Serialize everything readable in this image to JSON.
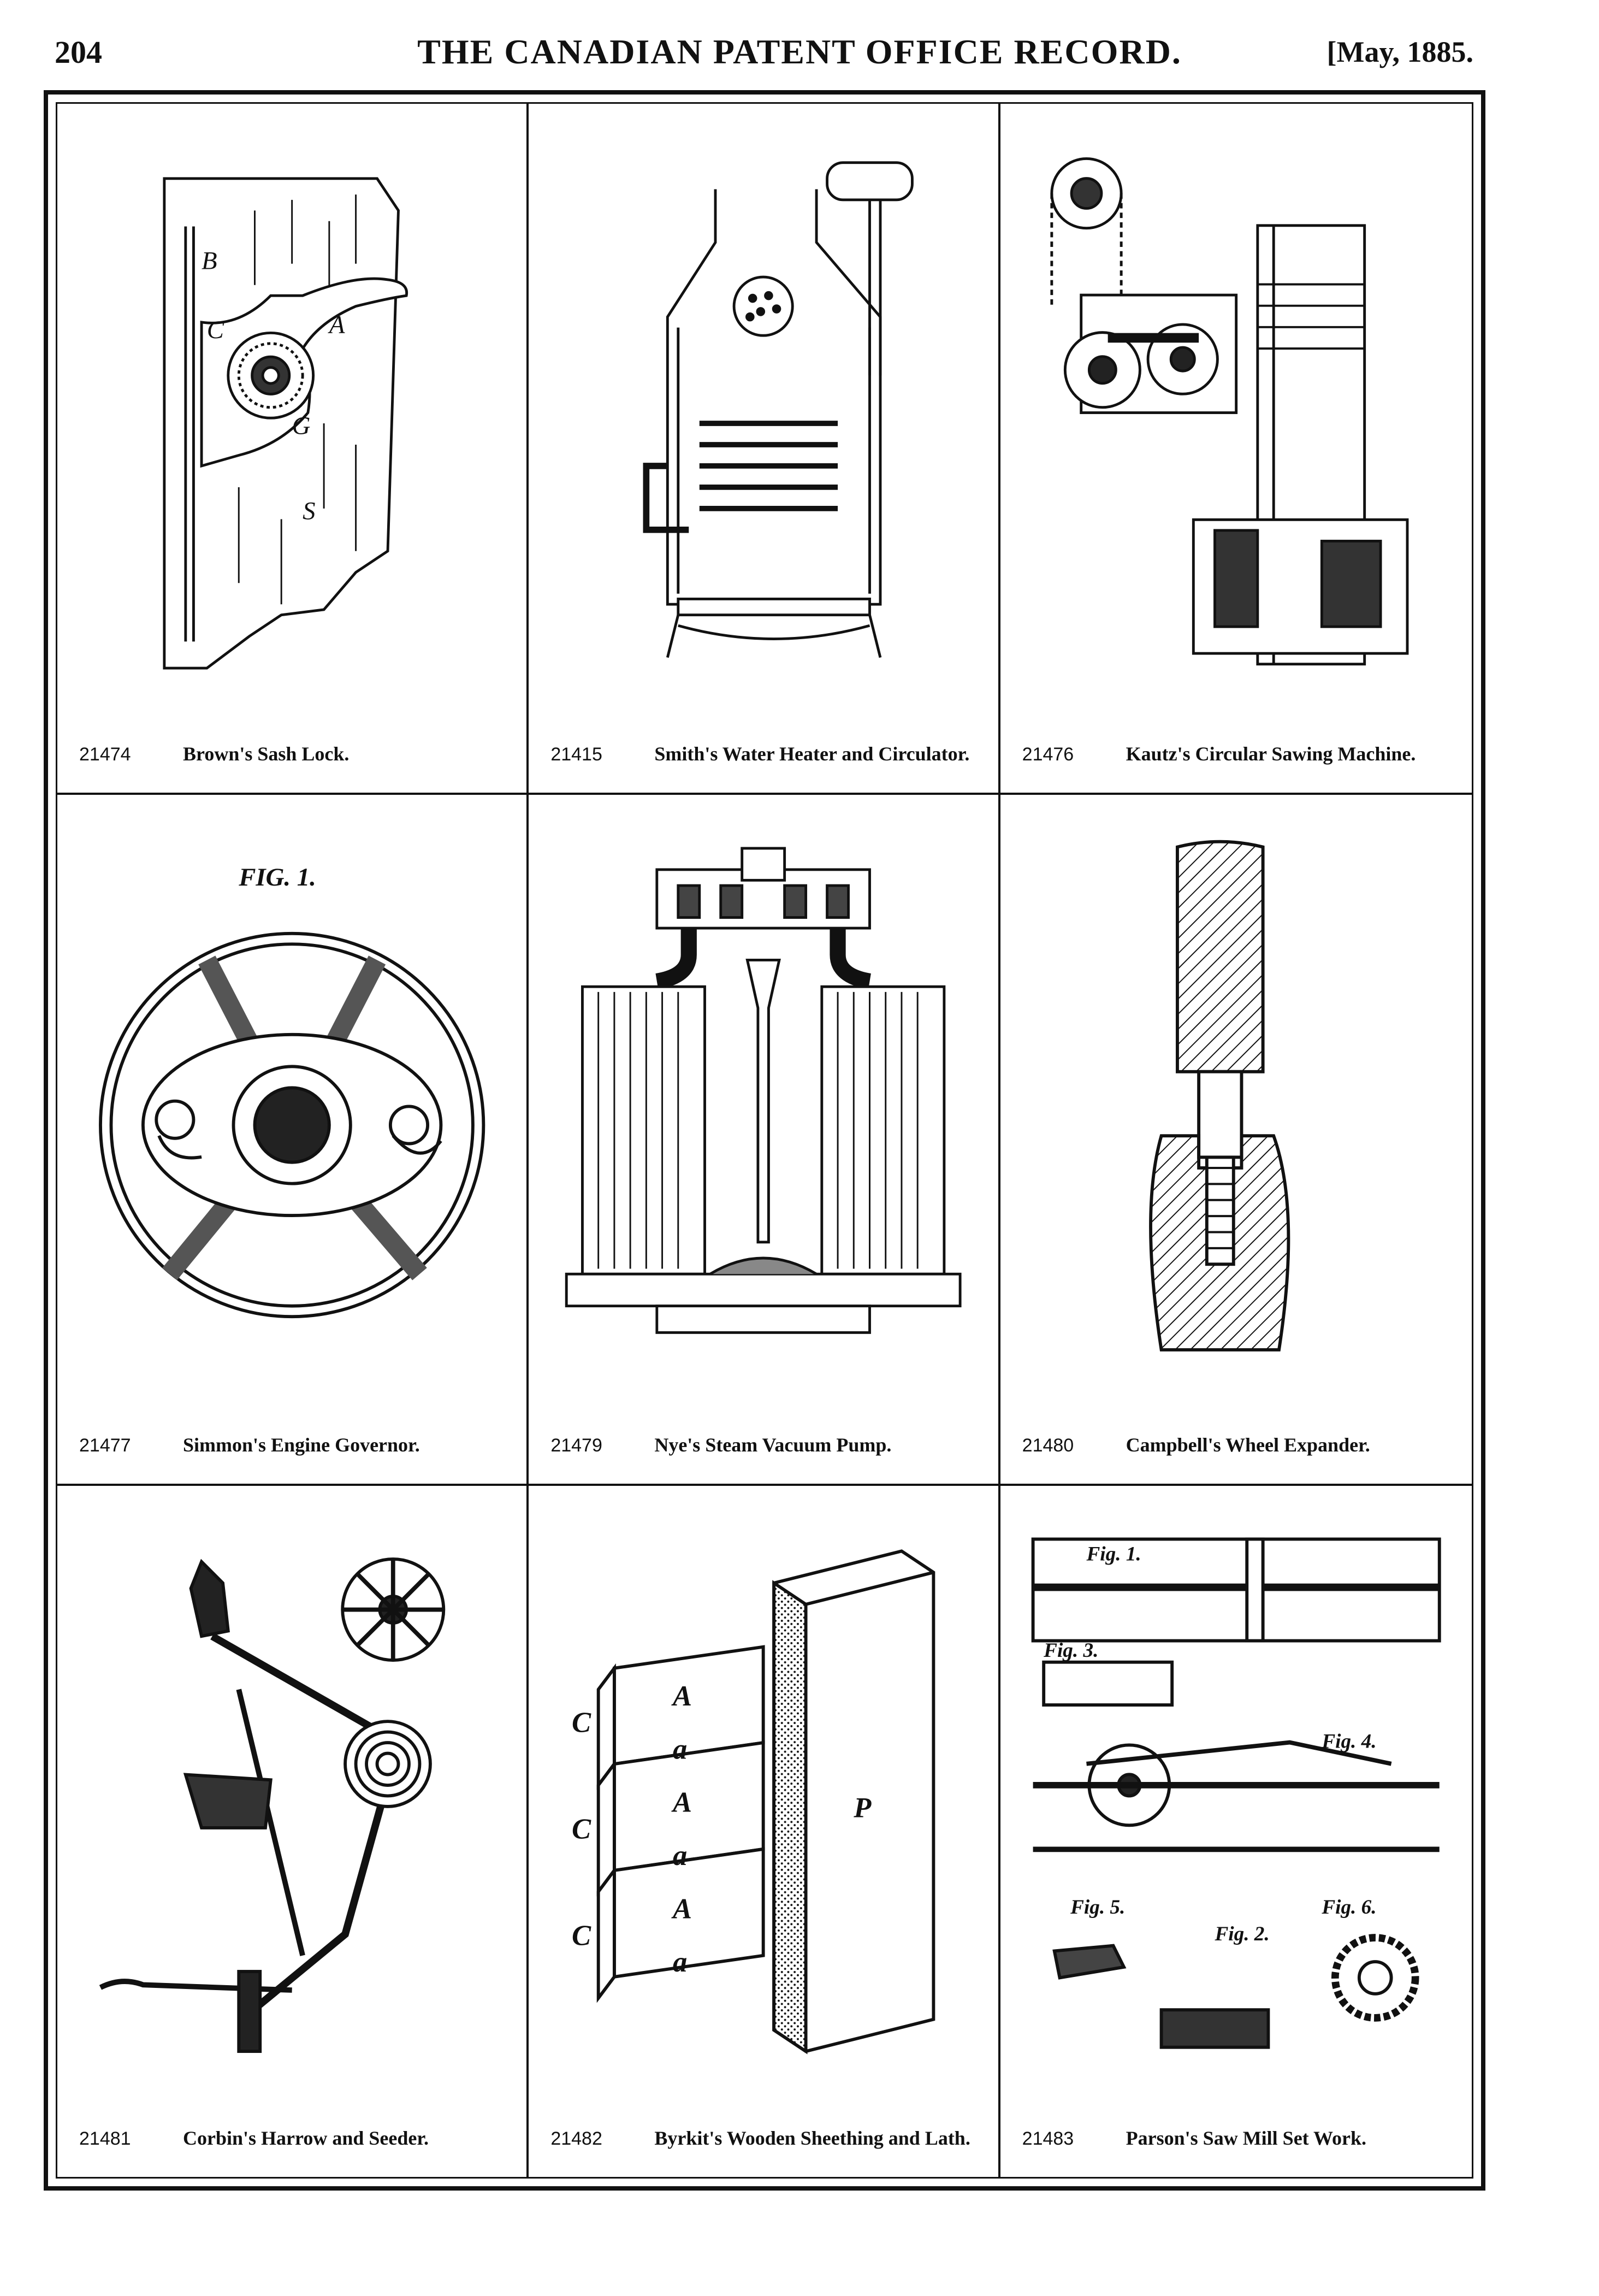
{
  "header": {
    "page_number": "204",
    "publication_title": "THE CANADIAN PATENT OFFICE RECORD.",
    "issue_date": "[May, 1885."
  },
  "patents": [
    {
      "number": "21474",
      "title": "Brown's Sash Lock."
    },
    {
      "number": "21415",
      "title": "Smith's Water Heater and Circulator."
    },
    {
      "number": "21476",
      "title": "Kautz's Circular Sawing Machine."
    },
    {
      "number": "21477",
      "title": "Simmon's Engine Governor."
    },
    {
      "number": "21479",
      "title": "Nye's Steam Vacuum Pump."
    },
    {
      "number": "21480",
      "title": "Campbell's Wheel Expander."
    },
    {
      "number": "21481",
      "title": "Corbin's Harrow and Seeder."
    },
    {
      "number": "21482",
      "title": "Byrkit's Wooden Sheething and Lath."
    },
    {
      "number": "21483",
      "title": "Parson's Saw Mill Set Work."
    }
  ],
  "figure_labels": {
    "governor_fig": "FIG. 1.",
    "sheathing_a1": "A",
    "sheathing_a2": "A",
    "sheathing_a3": "A",
    "sheathing_small_a1": "a",
    "sheathing_small_a2": "a",
    "sheathing_small_a3": "a",
    "sheathing_c1": "C",
    "sheathing_c2": "C",
    "sheathing_c3": "C",
    "sheathing_p": "P",
    "sawmill_fig1": "Fig. 1.",
    "sawmill_fig2": "Fig. 2.",
    "sawmill_fig3": "Fig. 3.",
    "sawmill_fig4": "Fig. 4.",
    "sawmill_fig5": "Fig. 5.",
    "sawmill_fig6": "Fig. 6.",
    "sashlock_b": "B",
    "sashlock_c": "C",
    "sashlock_s": "S",
    "sashlock_a": "A",
    "sashlock_g": "G"
  }
}
